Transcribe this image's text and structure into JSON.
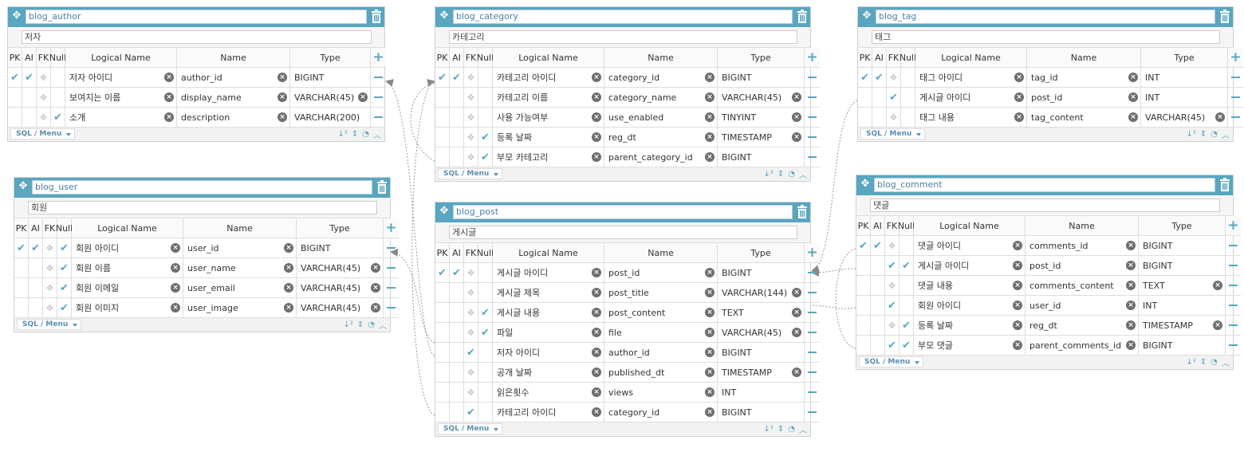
{
  "header_labels": {
    "pk": "PK",
    "ai": "AI",
    "fk": "FK",
    "null": "Null",
    "logical": "Logical Name",
    "name": "Name",
    "type": "Type"
  },
  "footer": {
    "sql_menu": "SQL / Menu"
  },
  "tables": [
    {
      "id": "blog_author",
      "name": "blog_author",
      "comment": "저자",
      "rows": [
        {
          "pk": true,
          "ai": true,
          "fk": false,
          "nn": false,
          "logical": "저자 아이디",
          "name": "author_id",
          "type": "BIGINT"
        },
        {
          "pk": false,
          "ai": false,
          "fk": false,
          "nn": false,
          "logical": "보여지는 이름",
          "name": "display_name",
          "type": "VARCHAR(45)"
        },
        {
          "pk": false,
          "ai": false,
          "fk": false,
          "nn": true,
          "logical": "소개",
          "name": "description",
          "type": "VARCHAR(200)"
        }
      ]
    },
    {
      "id": "blog_category",
      "name": "blog_category",
      "comment": "카테고리",
      "rows": [
        {
          "pk": true,
          "ai": true,
          "fk": false,
          "nn": false,
          "logical": "카테고리 아이디",
          "name": "category_id",
          "type": "BIGINT"
        },
        {
          "pk": false,
          "ai": false,
          "fk": false,
          "nn": false,
          "logical": "카테고리 이름",
          "name": "category_name",
          "type": "VARCHAR(45)"
        },
        {
          "pk": false,
          "ai": false,
          "fk": false,
          "nn": false,
          "logical": "사용 가능여부",
          "name": "use_enabled",
          "type": "TINYINT"
        },
        {
          "pk": false,
          "ai": false,
          "fk": false,
          "nn": true,
          "logical": "등록 날짜",
          "name": "reg_dt",
          "type": "TIMESTAMP"
        },
        {
          "pk": false,
          "ai": false,
          "fk": false,
          "nn": true,
          "logical": "부모 카테고리",
          "name": "parent_category_id",
          "type": "BIGINT"
        }
      ]
    },
    {
      "id": "blog_tag",
      "name": "blog_tag",
      "comment": "태그",
      "rows": [
        {
          "pk": true,
          "ai": true,
          "fk": false,
          "nn": false,
          "logical": "태그 아이디",
          "name": "tag_id",
          "type": "INT"
        },
        {
          "pk": false,
          "ai": false,
          "fk": true,
          "nn": false,
          "logical": "게시글 아이디",
          "name": "post_id",
          "type": "INT"
        },
        {
          "pk": false,
          "ai": false,
          "fk": false,
          "nn": false,
          "logical": "태그 내용",
          "name": "tag_content",
          "type": "VARCHAR(45)"
        }
      ]
    },
    {
      "id": "blog_user",
      "name": "blog_user",
      "comment": "회원",
      "rows": [
        {
          "pk": true,
          "ai": true,
          "fk": false,
          "nn": true,
          "logical": "회원 아이디",
          "name": "user_id",
          "type": "BIGINT"
        },
        {
          "pk": false,
          "ai": false,
          "fk": false,
          "nn": true,
          "logical": "회원 이름",
          "name": "user_name",
          "type": "VARCHAR(45)"
        },
        {
          "pk": false,
          "ai": false,
          "fk": false,
          "nn": true,
          "logical": "회원 이메일",
          "name": "user_email",
          "type": "VARCHAR(45)"
        },
        {
          "pk": false,
          "ai": false,
          "fk": false,
          "nn": true,
          "logical": "회원 이미지",
          "name": "user_image",
          "type": "VARCHAR(45)"
        }
      ]
    },
    {
      "id": "blog_post",
      "name": "blog_post",
      "comment": "게시글",
      "rows": [
        {
          "pk": true,
          "ai": true,
          "fk": false,
          "nn": false,
          "logical": "게시글 아이디",
          "name": "post_id",
          "type": "BIGINT"
        },
        {
          "pk": false,
          "ai": false,
          "fk": false,
          "nn": false,
          "logical": "게시글 제목",
          "name": "post_title",
          "type": "VARCHAR(144)"
        },
        {
          "pk": false,
          "ai": false,
          "fk": false,
          "nn": true,
          "logical": "게시글 내용",
          "name": "post_content",
          "type": "TEXT"
        },
        {
          "pk": false,
          "ai": false,
          "fk": false,
          "nn": true,
          "logical": "파일",
          "name": "file",
          "type": "VARCHAR(45)"
        },
        {
          "pk": false,
          "ai": false,
          "fk": true,
          "nn": false,
          "logical": "저자 아이디",
          "name": "author_id",
          "type": "BIGINT"
        },
        {
          "pk": false,
          "ai": false,
          "fk": false,
          "nn": false,
          "logical": "공개 날짜",
          "name": "published_dt",
          "type": "TIMESTAMP"
        },
        {
          "pk": false,
          "ai": false,
          "fk": false,
          "nn": false,
          "logical": "읽은횟수",
          "name": "views",
          "type": "INT"
        },
        {
          "pk": false,
          "ai": false,
          "fk": true,
          "nn": false,
          "logical": "카테고리 아이디",
          "name": "category_id",
          "type": "BIGINT"
        }
      ]
    },
    {
      "id": "blog_comment",
      "name": "blog_comment",
      "comment": "댓글",
      "rows": [
        {
          "pk": true,
          "ai": true,
          "fk": false,
          "nn": false,
          "logical": "댓글 아이디",
          "name": "comments_id",
          "type": "BIGINT"
        },
        {
          "pk": false,
          "ai": false,
          "fk": true,
          "nn": true,
          "logical": "게시글 아이디",
          "name": "post_id",
          "type": "BIGINT"
        },
        {
          "pk": false,
          "ai": false,
          "fk": false,
          "nn": false,
          "logical": "댓글 내용",
          "name": "comments_content",
          "type": "TEXT"
        },
        {
          "pk": false,
          "ai": false,
          "fk": true,
          "nn": false,
          "logical": "회원 아이디",
          "name": "user_id",
          "type": "INT"
        },
        {
          "pk": false,
          "ai": false,
          "fk": false,
          "nn": true,
          "logical": "등록 날짜",
          "name": "reg_dt",
          "type": "TIMESTAMP"
        },
        {
          "pk": false,
          "ai": false,
          "fk": true,
          "nn": true,
          "logical": "부모 댓글",
          "name": "parent_comments_id",
          "type": "BIGINT"
        }
      ]
    }
  ],
  "colors": {
    "header": "#5aa6bf",
    "accent": "#5aa6bf",
    "line": "#888888"
  }
}
